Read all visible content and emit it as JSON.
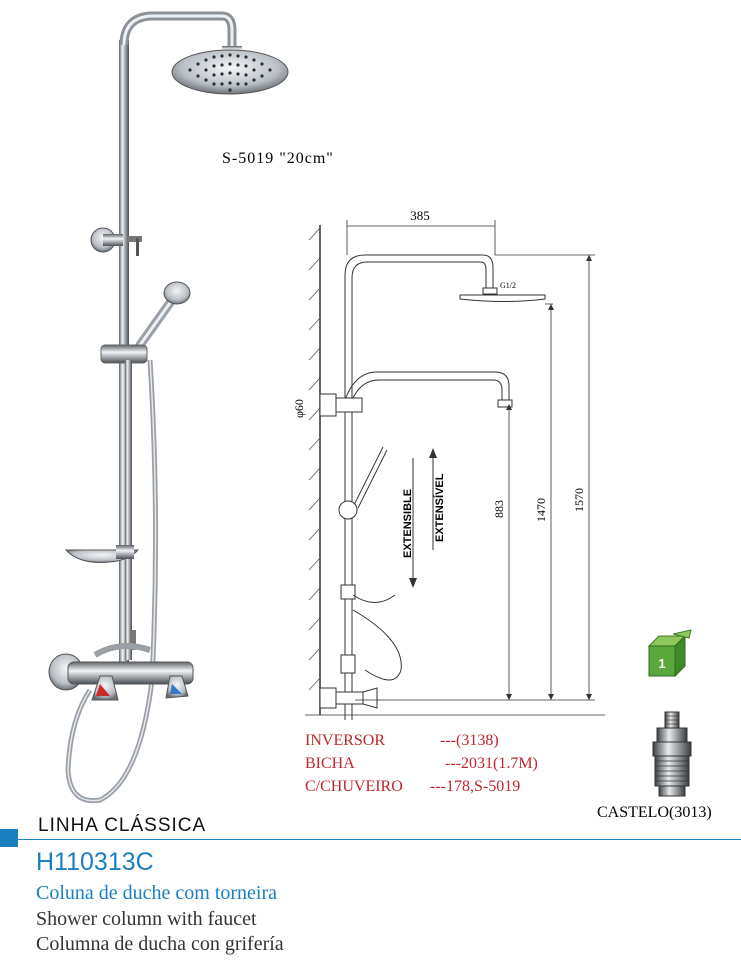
{
  "product": {
    "head_label": "S-5019  \"20cm\"",
    "line_name": "LINHA CLÁSSICA",
    "model_code": "H110313C",
    "description_pt": "Coluna de duche com torneira",
    "description_en": "Shower column with faucet",
    "description_es": "Columna de ducha con grifería"
  },
  "drawing": {
    "dim_width": "385",
    "dim_thread": "G1/2",
    "dim_diameter": "φ60",
    "dim_883": "883",
    "dim_1470": "1470",
    "dim_1570": "1570",
    "label_extensible": "EXTENSIBLE",
    "label_extensivel": "EXTENSÍVEL"
  },
  "parts": [
    {
      "name": "INVERSOR",
      "value": "---(3138)"
    },
    {
      "name": "BICHA",
      "value": "---2031(1.7M)"
    },
    {
      "name": "C/CHUVEIRO",
      "value": "---178,S-5019"
    }
  ],
  "accessory": {
    "box_number": "1",
    "castelo_label": "CASTELO(3013)"
  },
  "colors": {
    "accent_blue": "#1a7fc1",
    "parts_red": "#c0262c",
    "box_green": "#5aa83c"
  }
}
